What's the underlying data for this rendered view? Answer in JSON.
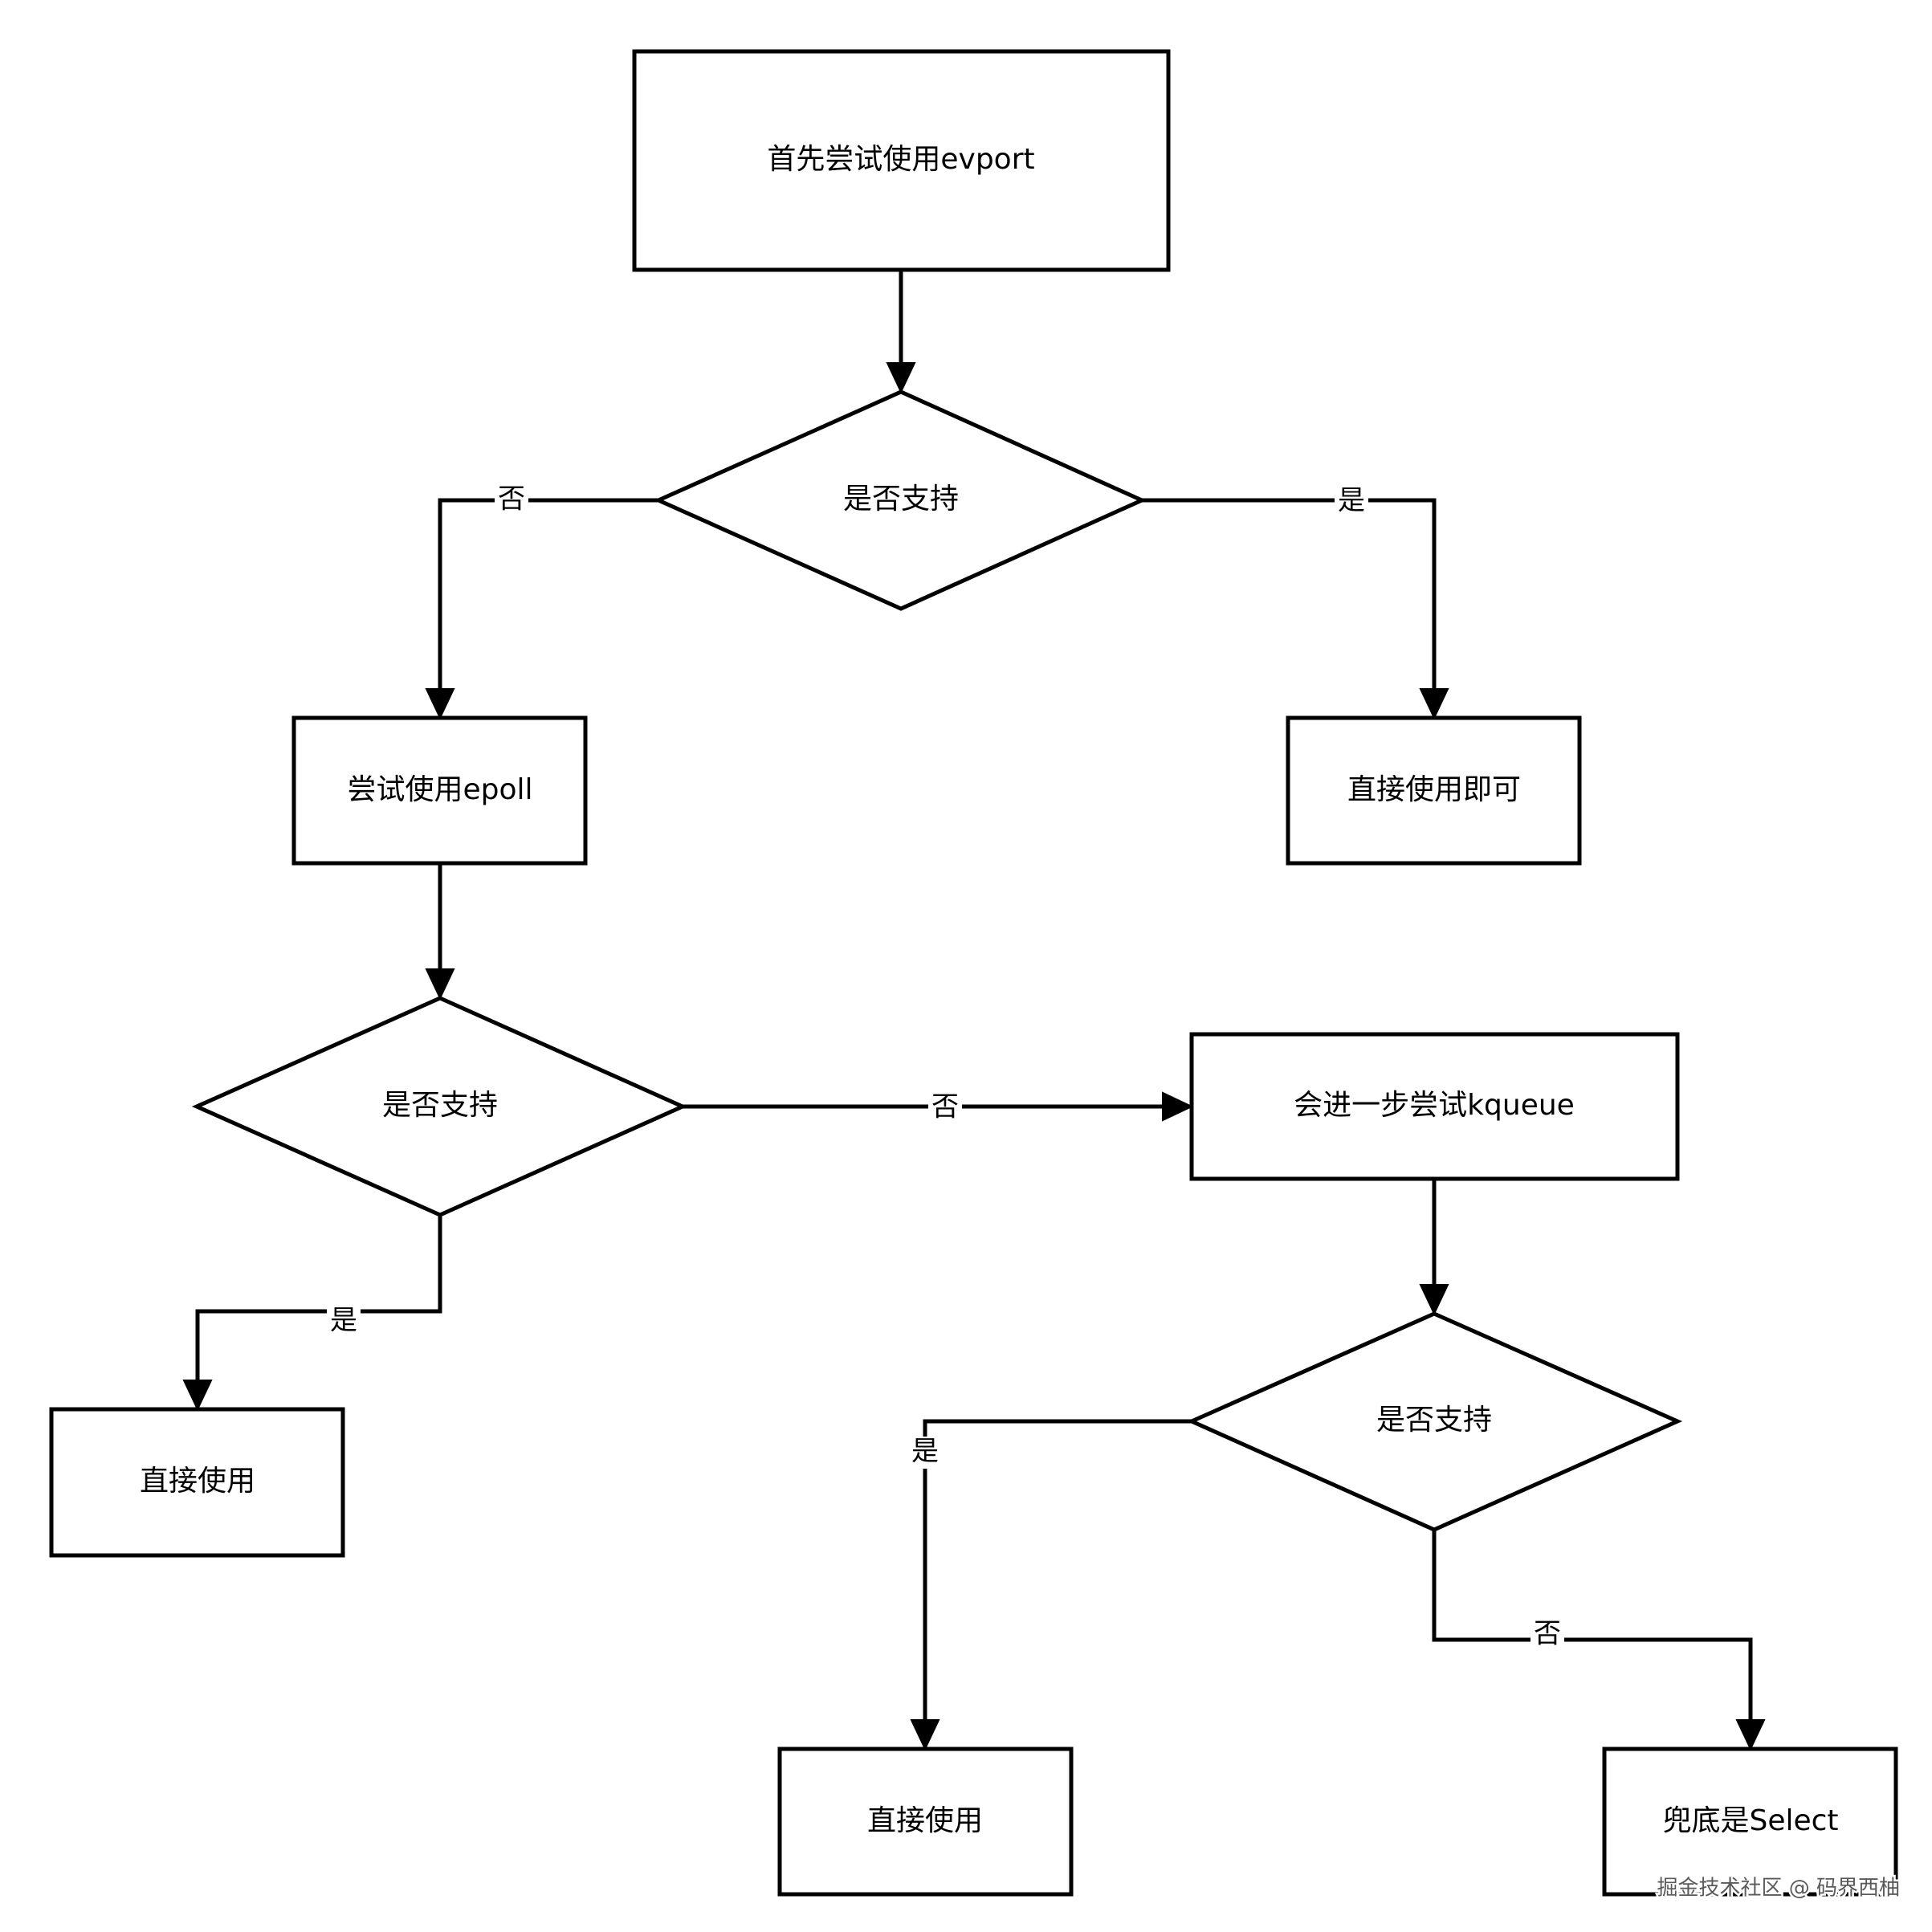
{
  "flowchart": {
    "nodes": {
      "start": "首先尝试使用evport",
      "decision1": "是否支持",
      "use_direct_1": "直接使用即可",
      "try_epoll": "尝试使用epoll",
      "decision2": "是否支持",
      "use_direct_2": "直接使用",
      "try_kqueue": "会进一步尝试kqueue",
      "decision3": "是否支持",
      "use_direct_3": "直接使用",
      "fallback_select": "兜底是Select"
    },
    "edges": {
      "d1_yes": "是",
      "d1_no": "否",
      "d2_yes": "是",
      "d2_no": "否",
      "d3_yes": "是",
      "d3_no": "否"
    }
  },
  "watermark": "掘金技术社区 @ 码界西柚",
  "colors": {
    "stroke": "#000000",
    "background": "#ffffff"
  }
}
